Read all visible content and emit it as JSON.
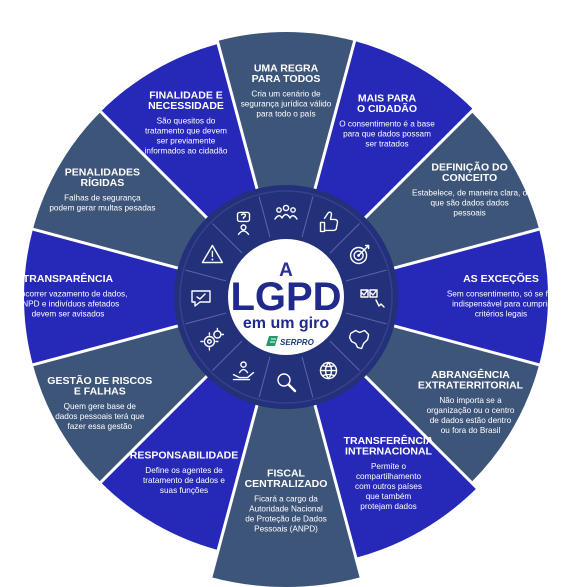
{
  "colors": {
    "blue": "#2628b8",
    "slate": "#3e557a",
    "divider": "#ffffff",
    "ring_outer": "#23307a",
    "ring_inner": "#35418f",
    "center": "#ffffff",
    "title": "#1f2a8c",
    "logo": "#1f9a6a"
  },
  "center": {
    "line1": "A",
    "line2": "LGPD",
    "line3": "em um giro",
    "logo": "SERPRO"
  },
  "segments": [
    {
      "title": [
        "UMA REGRA",
        "PARA TODOS"
      ],
      "desc": [
        "Cria um cenário de",
        "segurança jurídica válido",
        "para todo o país"
      ],
      "icon": "people-icon",
      "color": "slate"
    },
    {
      "title": [
        "MAIS PARA",
        "O CIDADÃO"
      ],
      "desc": [
        "O consentimento é a base",
        "para que dados possam",
        "ser tratados"
      ],
      "icon": "thumbs-up-icon",
      "color": "blue"
    },
    {
      "title": [
        "DEFINIÇÃO DO",
        "CONCEITO"
      ],
      "desc": [
        "Estabelece, de maneira clara, o",
        "que são dados dados",
        "pessoais"
      ],
      "icon": "target-icon",
      "color": "slate"
    },
    {
      "title": [
        "AS EXCEÇÕES"
      ],
      "desc": [
        "Sem consentimento, só se for",
        "indispensável para cumprir",
        "critérios legais"
      ],
      "icon": "checklist-icon",
      "color": "blue"
    },
    {
      "title": [
        "ABRANGÊNCIA",
        "EXTRATERRITORIAL"
      ],
      "desc": [
        "Não importa se a",
        "organização ou o centro",
        "de dados estão dentro",
        "ou fora do Brasil"
      ],
      "icon": "brazil-map-icon",
      "color": "slate"
    },
    {
      "title": [
        "TRANSFERÊNCIA",
        "INTERNACIONAL"
      ],
      "desc": [
        "Permite o",
        "compartilhamento",
        "com outros países",
        "que também",
        "protejam dados"
      ],
      "icon": "globe-icon",
      "color": "blue"
    },
    {
      "title": [
        "FISCAL",
        "CENTRALIZADO"
      ],
      "desc": [
        "Ficará a cargo da",
        "Autoridade Nacional",
        "de Proteção de Dados",
        "Pessoais (ANPD)"
      ],
      "icon": "magnifier-icon",
      "color": "slate"
    },
    {
      "title": [
        "RESPONSABILIDADE"
      ],
      "desc": [
        "Define os agentes de",
        "tratamento de dados e",
        "suas funções"
      ],
      "icon": "hand-person-icon",
      "color": "blue"
    },
    {
      "title": [
        "GESTÃO DE RISCOS",
        "E FALHAS"
      ],
      "desc": [
        "Quem gere base de",
        "dados pessoais terá que",
        "fazer essa gestão"
      ],
      "icon": "gears-icon",
      "color": "slate"
    },
    {
      "title": [
        "TRANSPARÊNCIA"
      ],
      "desc": [
        "Se ocorrer vazamento de dados,",
        "ANPD e indivíduos afetados",
        "devem ser avisados"
      ],
      "icon": "chat-icon",
      "color": "blue"
    },
    {
      "title": [
        "PENALIDADES",
        "RÍGIDAS"
      ],
      "desc": [
        "Falhas de segurança",
        "podem gerar multas pesadas"
      ],
      "icon": "warning-icon",
      "color": "slate"
    },
    {
      "title": [
        "FINALIDADE E",
        "NECESSIDADE"
      ],
      "desc": [
        "São quesitos do",
        "tratamento que devem",
        "ser previamente",
        "informados ao cidadão"
      ],
      "icon": "question-person-icon",
      "color": "blue"
    }
  ]
}
